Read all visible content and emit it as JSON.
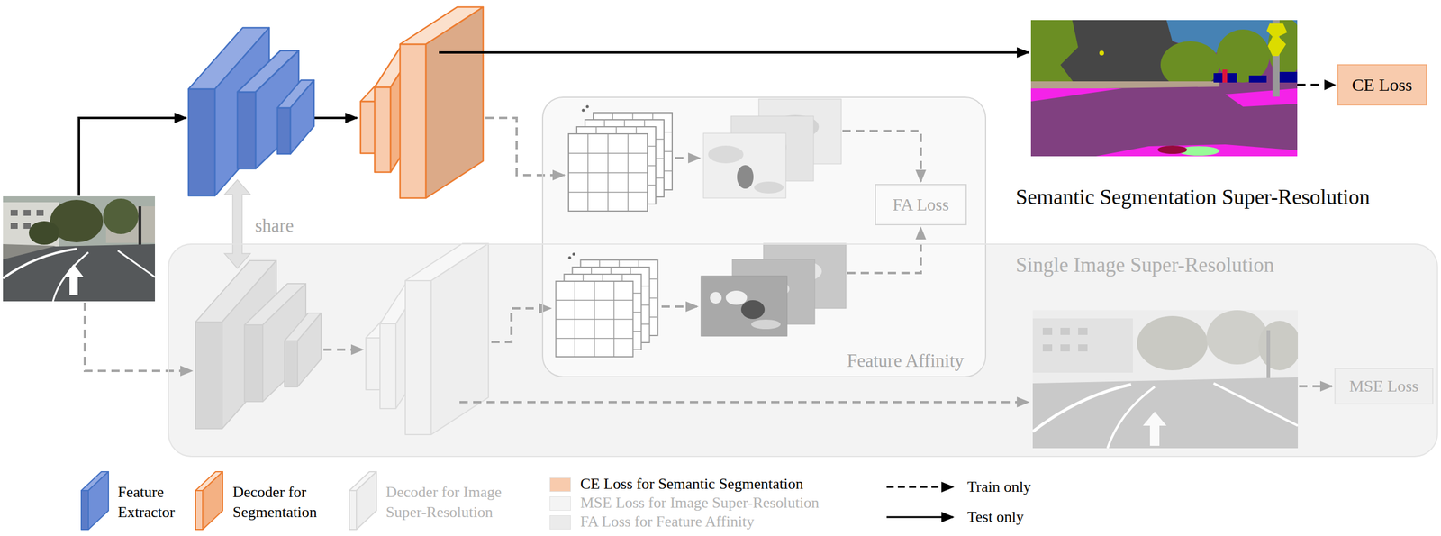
{
  "diagram": {
    "nodes": [
      {
        "text": [
          "Semantic Segmentation Super-Resolution"
        ]
      },
      {
        "text": [
          "CE Loss"
        ]
      },
      {
        "text": [
          "Feature Affinity"
        ]
      },
      {
        "text": [
          "FA Loss"
        ],
        "in": 2
      },
      {
        "text": [
          "Single Image Super-Resolution"
        ]
      },
      {
        "text": [
          "MSE Loss"
        ],
        "in": 4
      }
    ],
    "edges": [
      {
        "from": 0,
        "to": 1,
        "arrow": "to"
      }
    ],
    "labels": [
      "share"
    ],
    "legend": [
      {
        "text": "Feature Extractor",
        "color": "#6f8fd8"
      },
      {
        "text": "Decoder for Segmentation",
        "color": "#f4b183"
      },
      {
        "text": "Decoder for Image Super-Resolution",
        "color": "#eeeeee"
      },
      {
        "text": "CE Loss for Semantic Segmentation",
        "color": "#f8cbad"
      },
      {
        "text": "MSE Loss for Image Super-Resolution",
        "color": "#f4f4f4"
      },
      {
        "text": "FA Loss for Feature Affinity",
        "color": "#ebebeb"
      },
      {
        "text": "Train only"
      },
      {
        "text": "Test only"
      }
    ]
  }
}
